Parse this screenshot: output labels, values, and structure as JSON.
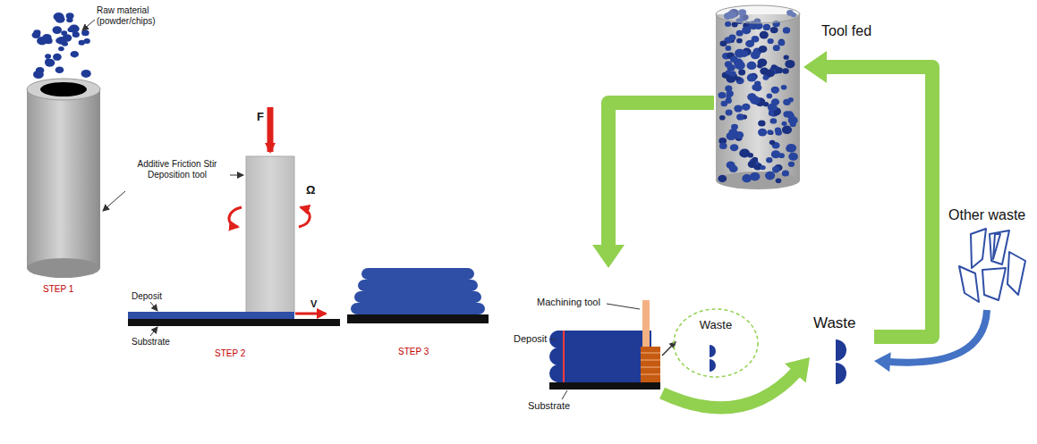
{
  "diagram": {
    "nodes": [
      {
        "text": [
          "Tool fed"
        ]
      },
      {
        "text": [
          "Deposit",
          "Substrate"
        ]
      },
      {
        "text": [
          "Waste"
        ]
      },
      {
        "text": [
          "Waste"
        ]
      },
      {
        "text": [
          "Other waste"
        ]
      }
    ],
    "edges": [
      {
        "from": 0,
        "to": 1,
        "arrow": "to"
      },
      {
        "from": 1,
        "to": 3,
        "arrow": "to"
      },
      {
        "from": 1,
        "to": 2,
        "arrow": "to"
      },
      {
        "from": 4,
        "to": 3,
        "arrow": "to"
      },
      {
        "from": 3,
        "to": 0,
        "arrow": "to"
      }
    ],
    "labels": [
      "Raw material (powder/chips)",
      "Additive Friction Stir Deposition tool",
      "F",
      "Ω",
      "Deposit",
      "V",
      "Substrate",
      "STEP 1",
      "STEP 2",
      "STEP 3",
      "Machining tool"
    ]
  }
}
